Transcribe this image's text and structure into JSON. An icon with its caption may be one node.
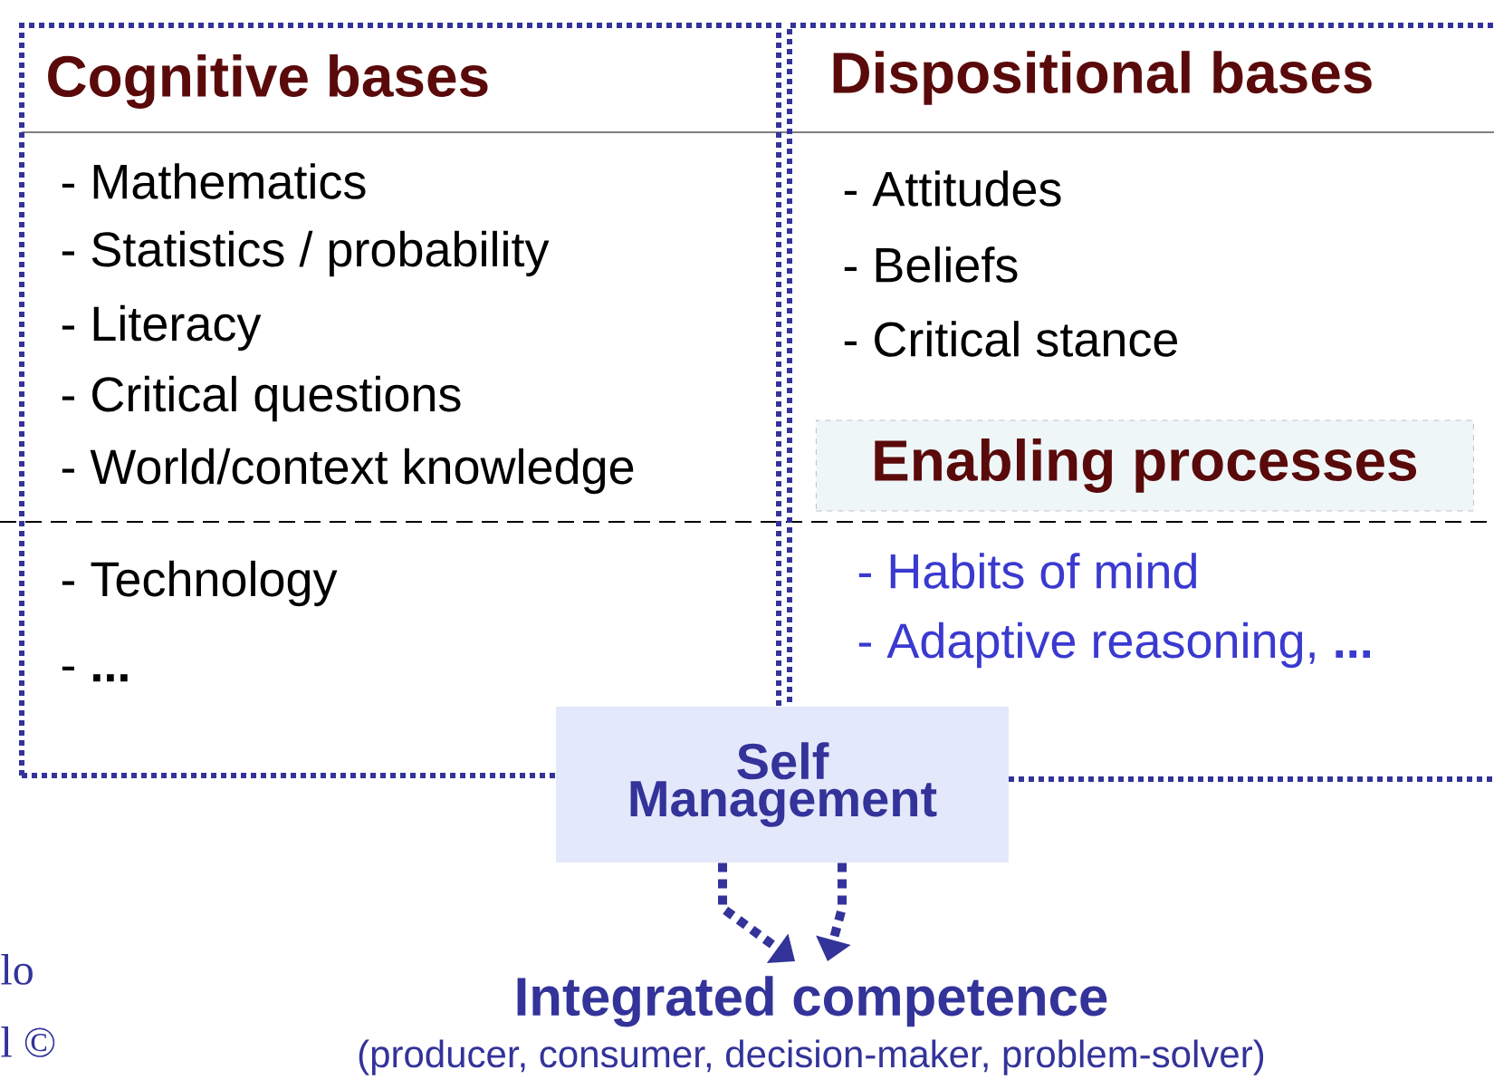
{
  "diagram": {
    "nodes": [
      {
        "text": [
          "Cognitive bases",
          "- Mathematics",
          "- Statistics / probability",
          "- Literacy",
          "- Critical questions",
          "- World/context knowledge",
          "- Technology",
          "- **...**"
        ]
      },
      {
        "text": [
          "Dispositional bases",
          "- Attitudes",
          "- Beliefs",
          "- Critical stance",
          "- Habits of mind",
          "- Adaptive reasoning, **...**"
        ]
      },
      {
        "text": [
          "Enabling processes"
        ],
        "in": 1
      },
      {
        "text": [
          "Self Management"
        ]
      },
      {
        "text": [
          "Integrated competence",
          "(producer, consumer, decision-maker, problem-solver)"
        ]
      }
    ],
    "edges": [
      {
        "from": 3,
        "to": 4,
        "arrow": "to",
        "style": "dashed"
      },
      {
        "from": 3,
        "to": 4,
        "arrow": "to",
        "style": "dashed"
      }
    ],
    "labels": [
      "lo",
      "l ©"
    ]
  }
}
